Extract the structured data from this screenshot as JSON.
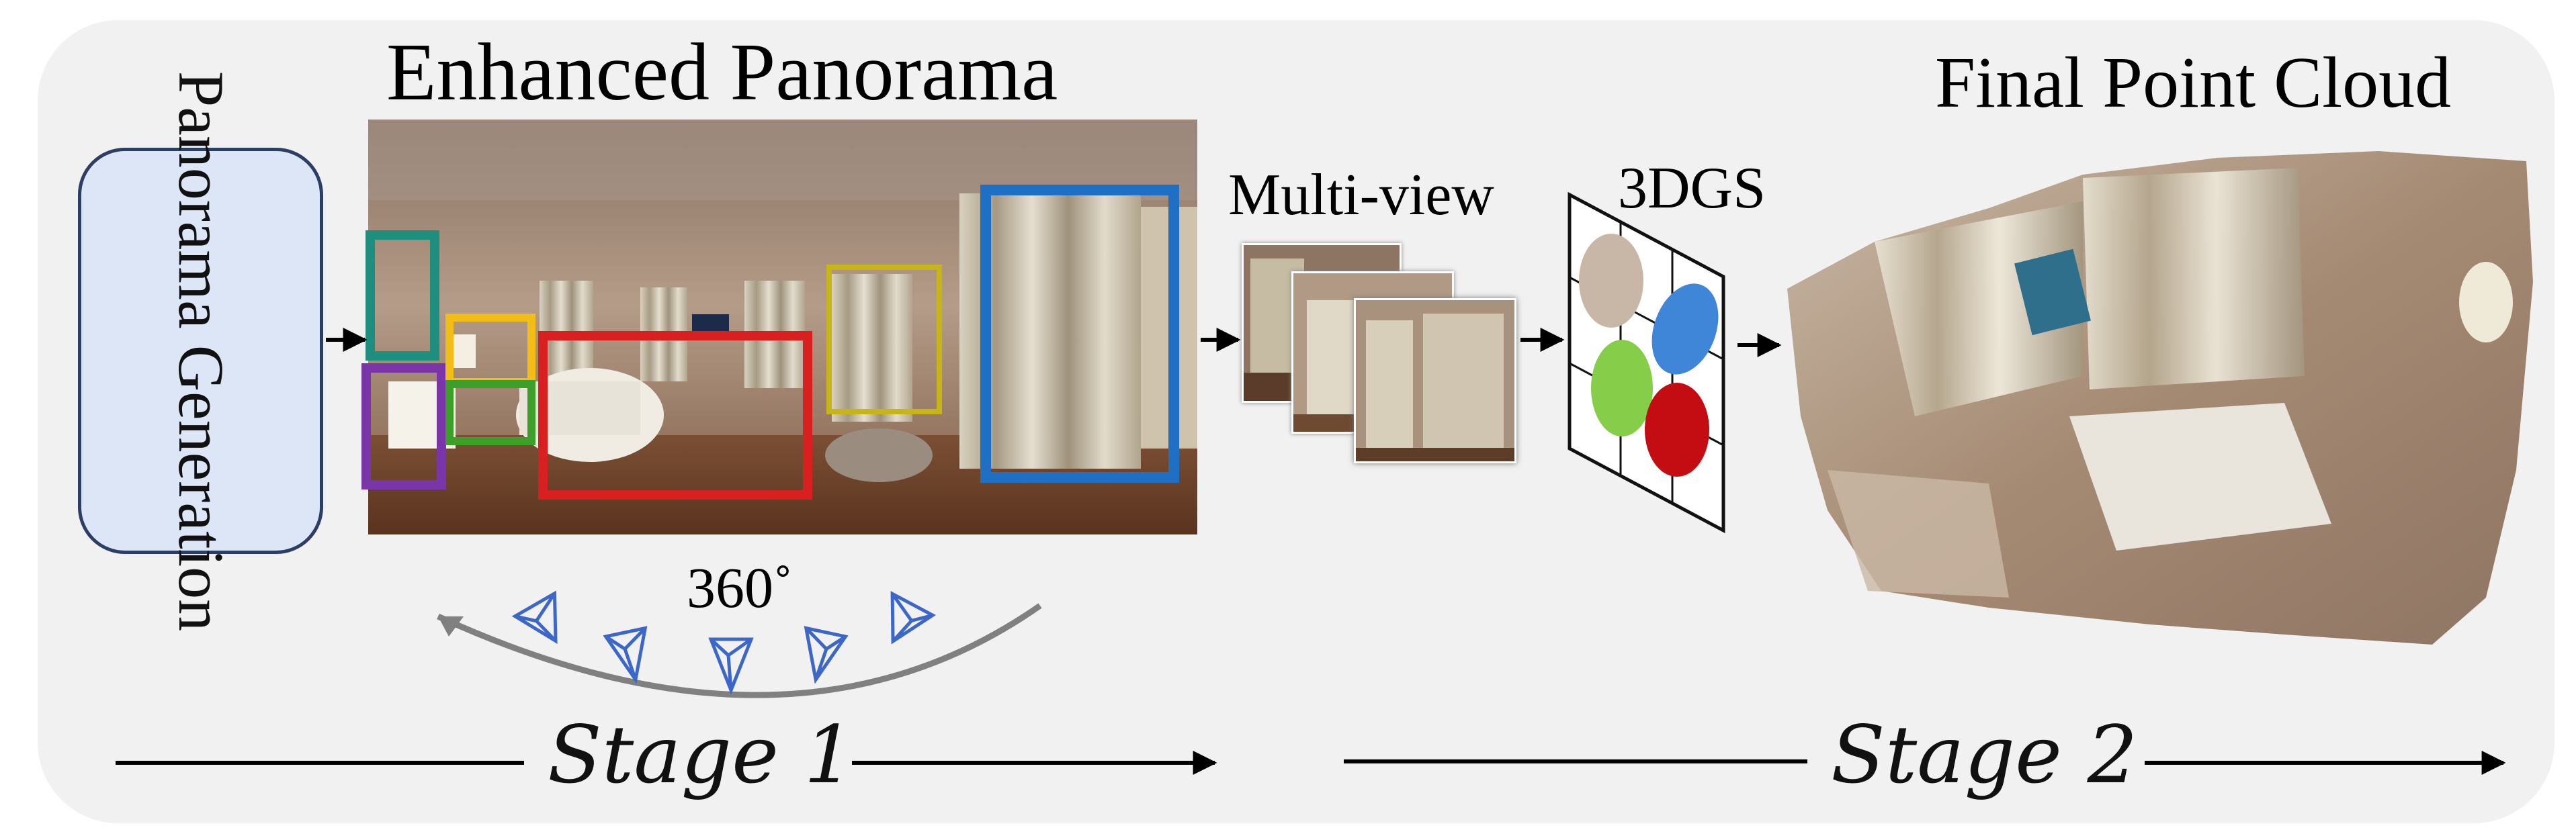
{
  "titles": {
    "enhanced_panorama": "Enhanced Panorama",
    "final_point_cloud": "Final Point Cloud",
    "multi_view": "Multi-view",
    "three_dgs": "3DGS",
    "panorama_generation": "Panorama Generation",
    "angle": "360˚"
  },
  "stages": {
    "stage1": "Stage 1",
    "stage2": "Stage 2"
  },
  "highlight_colors": [
    "#1e8f7e",
    "#f3bd17",
    "#d92020",
    "#1f6fc4",
    "#7a36a8",
    "#3e9e2a",
    "#c7b31a"
  ],
  "gaussian_colors": [
    "#c8b6a6",
    "#3f86d8",
    "#86cd4a",
    "#c30d12"
  ]
}
